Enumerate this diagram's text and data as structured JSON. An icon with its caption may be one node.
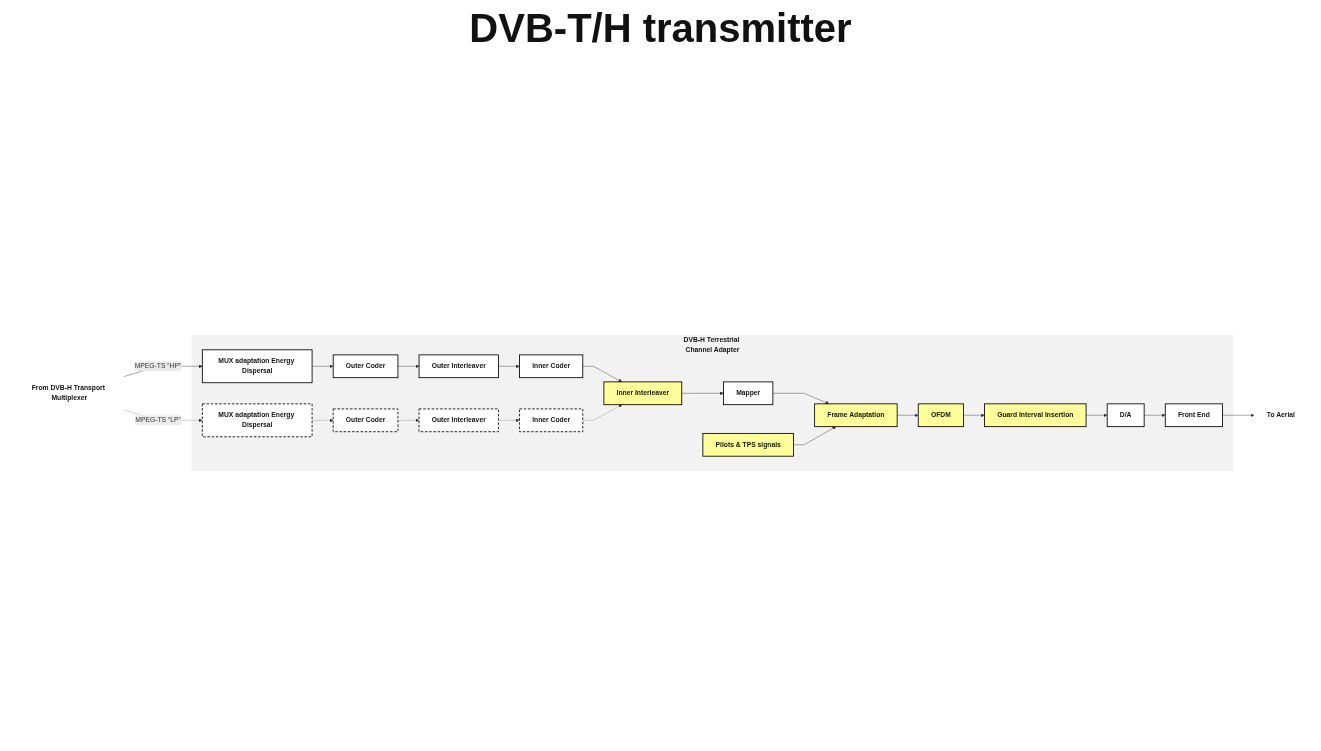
{
  "diagram": {
    "title": "DVB-T/H transmitter",
    "nodes": [
      {
        "text": [
          "DVB-H Terrestrial Channel Adapter"
        ]
      },
      {
        "text": [
          "From DVB-H Transport Multiplexer"
        ]
      },
      {
        "text": [
          "MUX adaptation Energy Dispersal"
        ],
        "in": 0
      },
      {
        "text": [
          "Outer Coder"
        ],
        "in": 0
      },
      {
        "text": [
          "Outer Interleaver"
        ],
        "in": 0
      },
      {
        "text": [
          "Inner Coder"
        ],
        "in": 0
      },
      {
        "text": [
          "MUX adaptation Energy Dispersal"
        ],
        "in": 0
      },
      {
        "text": [
          "Outer Coder"
        ],
        "in": 0
      },
      {
        "text": [
          "Outer Interleaver"
        ],
        "in": 0
      },
      {
        "text": [
          "Inner Coder"
        ],
        "in": 0
      },
      {
        "text": [
          "Inner Interleaver"
        ],
        "in": 0
      },
      {
        "text": [
          "Mapper"
        ],
        "in": 0
      },
      {
        "text": [
          "Frame Adaptation"
        ],
        "in": 0
      },
      {
        "text": [
          "OFDM"
        ],
        "in": 0
      },
      {
        "text": [
          "Guard Interval Insertion"
        ],
        "in": 0
      },
      {
        "text": [
          "D/A"
        ],
        "in": 0
      },
      {
        "text": [
          "Front End"
        ],
        "in": 0
      },
      {
        "text": [
          "Pilots & TPS signals"
        ],
        "in": 0
      },
      {
        "text": [
          "To Aerial"
        ]
      }
    ],
    "edges": [
      {
        "from": 1,
        "to": 2,
        "arrow": "to",
        "label": "MPEG-TS “HP”"
      },
      {
        "from": 1,
        "to": 6,
        "arrow": "to",
        "label": "MPEG-TS “LP”",
        "style": "dashed"
      },
      {
        "from": 2,
        "to": 3,
        "arrow": "to"
      },
      {
        "from": 3,
        "to": 4,
        "arrow": "to"
      },
      {
        "from": 4,
        "to": 5,
        "arrow": "to"
      },
      {
        "from": 5,
        "to": 10,
        "arrow": "to"
      },
      {
        "from": 6,
        "to": 7,
        "arrow": "to",
        "style": "dashed"
      },
      {
        "from": 7,
        "to": 8,
        "arrow": "to",
        "style": "dashed"
      },
      {
        "from": 8,
        "to": 9,
        "arrow": "to",
        "style": "dashed"
      },
      {
        "from": 9,
        "to": 10,
        "arrow": "to",
        "style": "dashed"
      },
      {
        "from": 10,
        "to": 11,
        "arrow": "to"
      },
      {
        "from": 11,
        "to": 12,
        "arrow": "to"
      },
      {
        "from": 12,
        "to": 13,
        "arrow": "to"
      },
      {
        "from": 13,
        "to": 14,
        "arrow": "to"
      },
      {
        "from": 14,
        "to": 15,
        "arrow": "to"
      },
      {
        "from": 15,
        "to": 16,
        "arrow": "to"
      },
      {
        "from": 17,
        "to": 12,
        "arrow": "to"
      },
      {
        "from": 16,
        "to": 18,
        "arrow": "to"
      }
    ]
  }
}
